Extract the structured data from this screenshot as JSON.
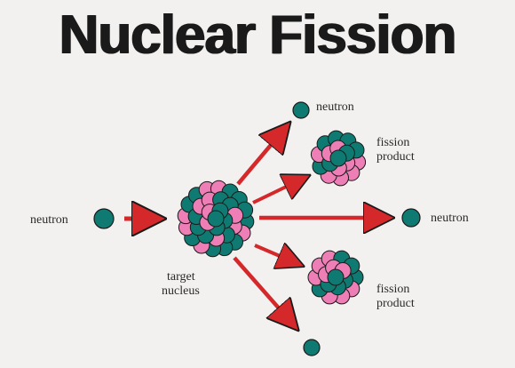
{
  "title": "Nuclear Fission",
  "labels": {
    "neutron_left": "neutron",
    "neutron_top": "neutron",
    "neutron_right": "neutron",
    "fission_upper_line1": "fission",
    "fission_upper_line2": "product",
    "fission_lower_line1": "fission",
    "fission_lower_line2": "product",
    "target_line1": "target",
    "target_line2": "nucleus"
  },
  "colors": {
    "neutron": "#0f7a72",
    "proton": "#ee7fb6",
    "arrow": "#d4282a",
    "outline": "#1a1a1a",
    "background": "#f2f1ef"
  }
}
